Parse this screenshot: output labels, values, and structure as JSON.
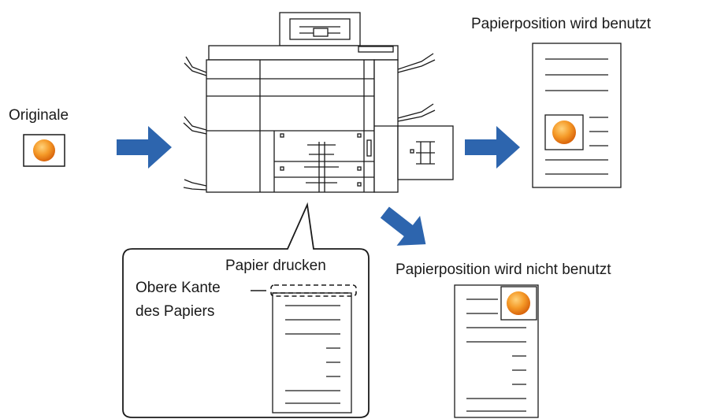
{
  "labels": {
    "originals": "Originale",
    "position_used": "Papierposition wird benutzt",
    "position_not_used": "Papierposition wird nicht benutzt",
    "print_paper": "Papier drucken",
    "top_edge_line1": "Obere Kante",
    "top_edge_line2": "des Papiers"
  },
  "colors": {
    "arrow": "#2d65ae",
    "photo_dot": "#f08a1e",
    "line": "#1a1a1a"
  },
  "icons": [
    "printer-icon",
    "photo-dot-icon",
    "arrow-icon",
    "document-icon"
  ]
}
